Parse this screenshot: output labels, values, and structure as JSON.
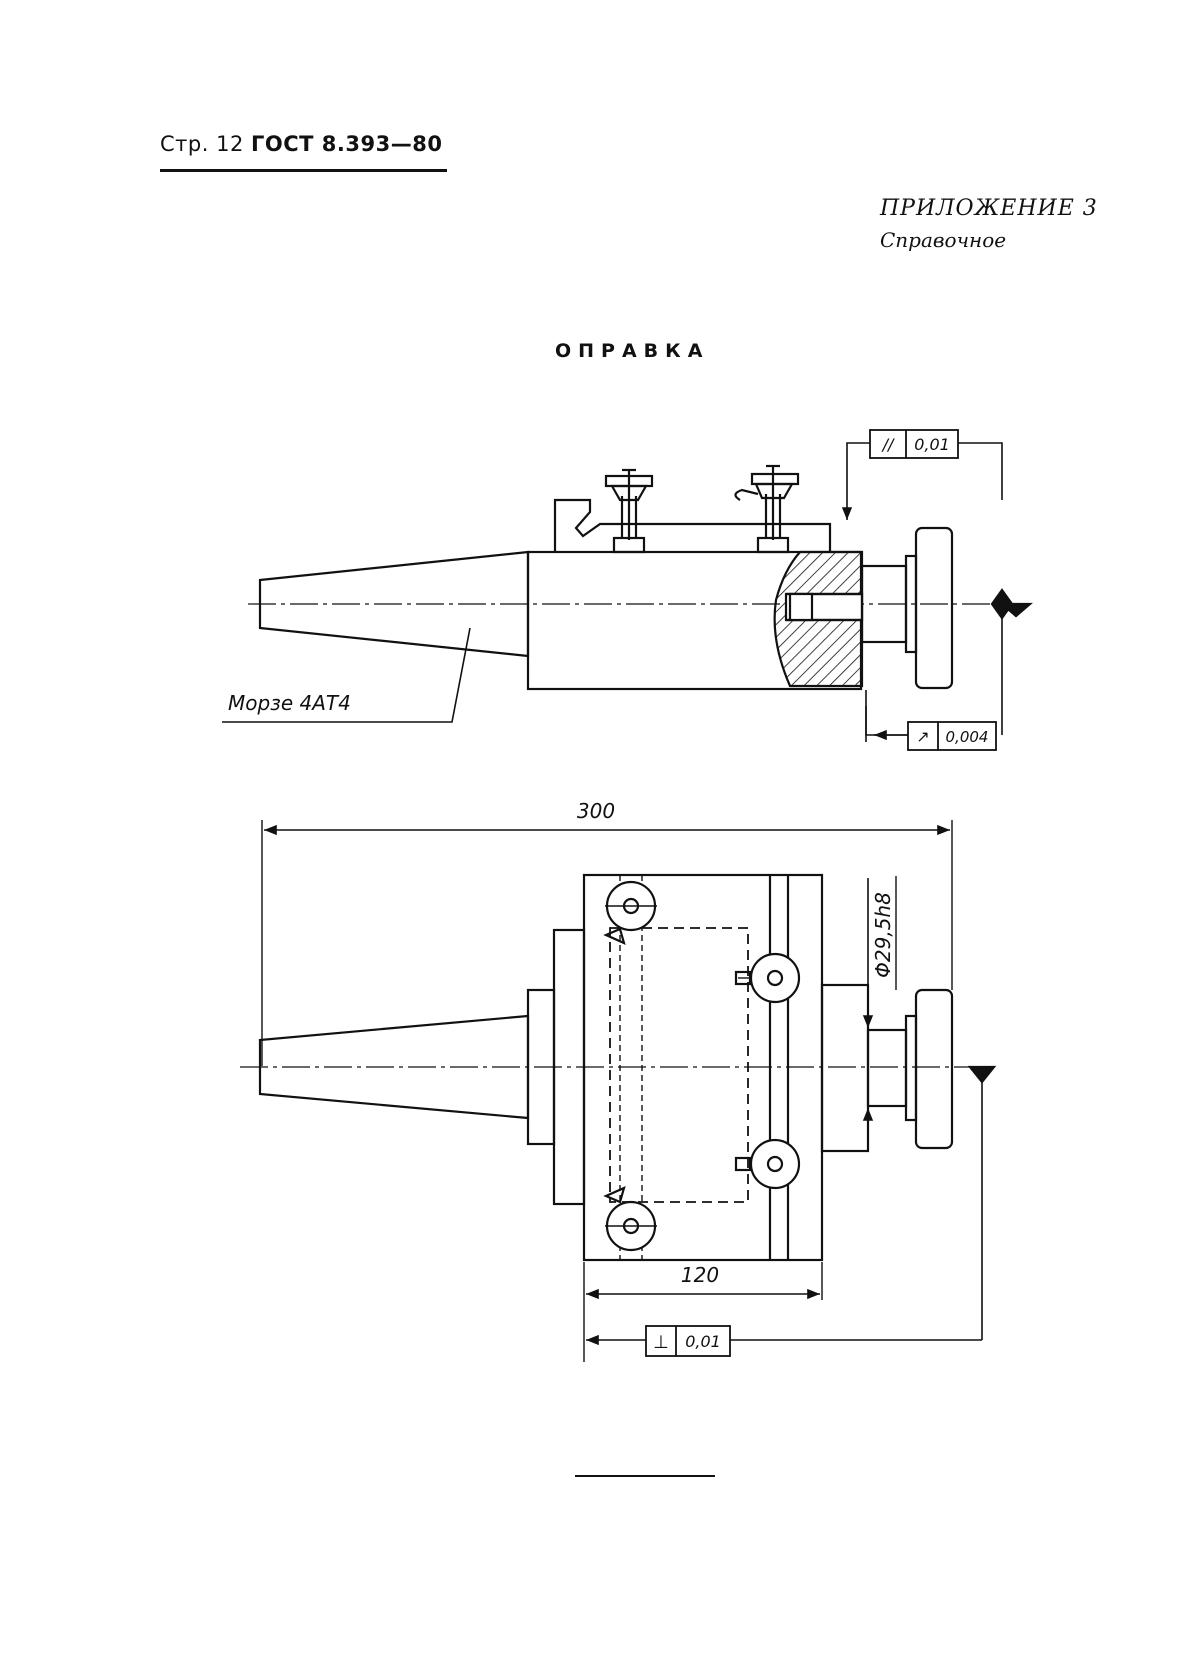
{
  "header": {
    "page_prefix": "Стр. 12",
    "standard": "ГОСТ 8.393—80"
  },
  "appendix": {
    "title": "ПРИЛОЖЕНИЕ 3",
    "subtitle": "Справочное"
  },
  "title": "ОПРАВКА",
  "top_view": {
    "taper_label": "Морзе 4АТ4",
    "parallel_tolerance": {
      "symbol": "//",
      "value": "0,01"
    },
    "runout_tolerance": {
      "symbol": "↗",
      "value": "0,004"
    }
  },
  "bottom_view": {
    "overall_length": "300",
    "body_width": "120",
    "diameter_label": "Φ29,5h8",
    "perpendicular_tolerance": {
      "symbol": "⊥",
      "value": "0,01"
    }
  }
}
